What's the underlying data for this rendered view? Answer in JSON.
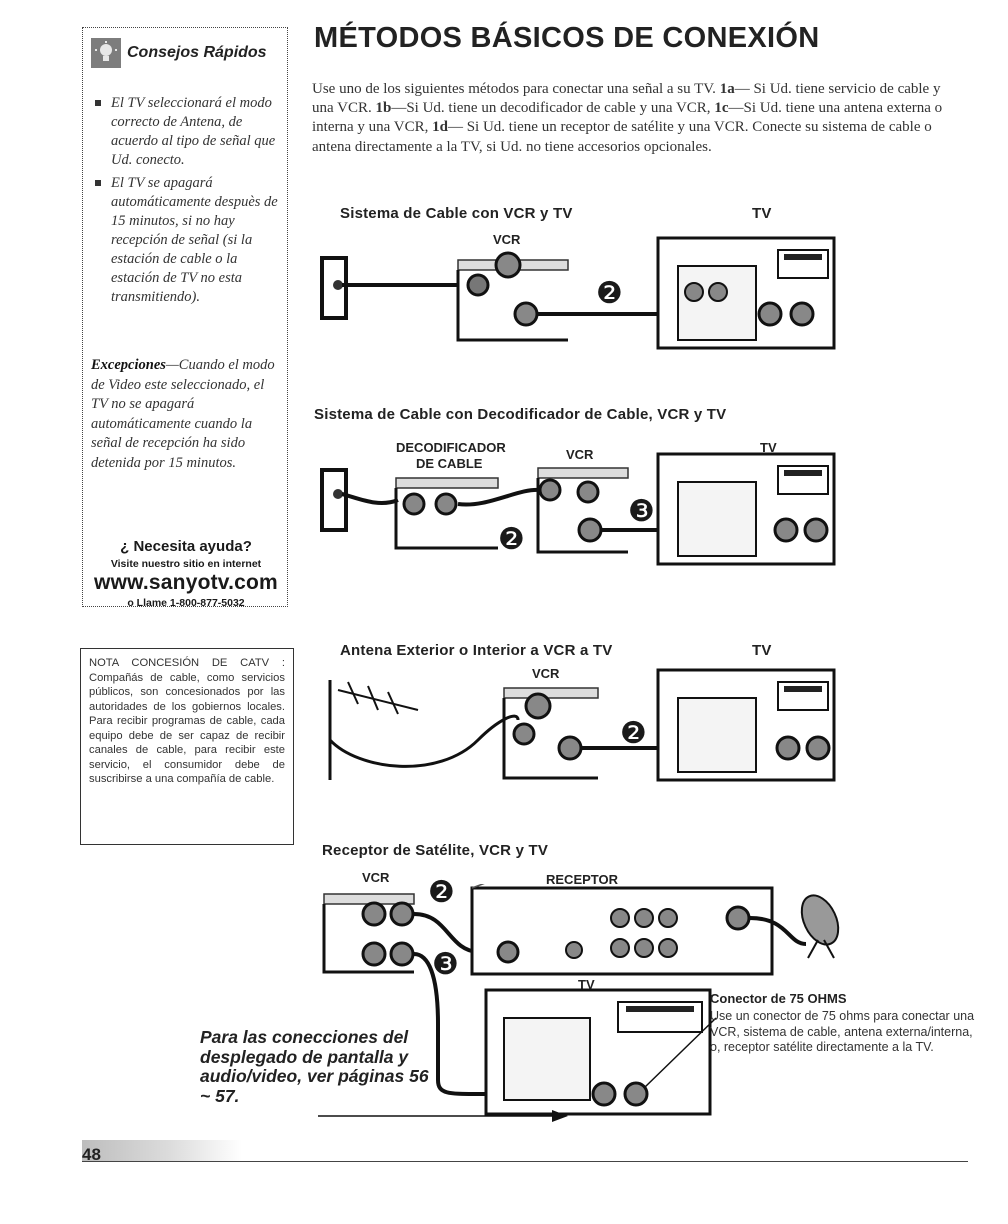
{
  "sidebar": {
    "title": "Consejos Rápidos",
    "tips": [
      "El TV seleccionará el modo correcto de Antena, de acuerdo al tipo de señal que Ud. conecto.",
      "El TV se apagará automáticamente despuès de 15 minutos, si no hay recepción de señal (si la estación de cable o la estación de TV no esta transmitiendo)."
    ],
    "exceptions_label": "Excepciones",
    "exceptions_text": "—Cuando el modo de Video este seleccionado, el TV no se apagará automáticamente cuando la señal de recepción ha sido detenida por 15 minutos.",
    "help_title": "¿ Necesita ayuda?",
    "help_visit": "Visite nuestro sitio en internet",
    "help_url": "www.sanyotv.com",
    "help_call": "o Llame 1-800-877-5032"
  },
  "note": "NOTA CONCESIÓN DE CATV : Compañás de cable, como servicios públicos, son concesionados por las autoridades de los gobiernos locales. Para recibir programas de cable, cada equipo debe de ser capaz de recibir canales de cable, para recibir este servicio, el consumidor debe de suscribirse a una compañía de cable.",
  "main": {
    "title": "MÉTODOS BÁSICOS DE CONEXIÓN",
    "intro_a": "Use uno de los siguientes métodos para conectar una señal a su TV. ",
    "intro_1a": "1a",
    "intro_b": "— Si Ud. tiene servicio de cable y una VCR. ",
    "intro_1b": "1b",
    "intro_c": "—Si Ud. tiene un decodificador de cable y una VCR, ",
    "intro_1c": "1c",
    "intro_d": "—Si Ud. tiene una antena externa o interna y una VCR, ",
    "intro_1d": "1d",
    "intro_e": "— Si Ud. tiene un receptor de satélite y una VCR. Conecte su sistema de cable o antena directamente a la TV, si Ud. no tiene accesorios opcionales."
  },
  "sections": {
    "s1": {
      "title": "Sistema de Cable con VCR y TV",
      "vcr": "VCR",
      "tv": "TV",
      "step": "❷"
    },
    "s2": {
      "title": "Sistema de Cable con Decodificador de Cable, VCR y TV",
      "decoder1": "DECODIFICADOR",
      "decoder2": "DE CABLE",
      "vcr": "VCR",
      "tv": "TV",
      "step2": "❷",
      "step3": "❸"
    },
    "s3": {
      "title": "Antena Exterior o Interior a VCR a TV",
      "vcr": "VCR",
      "tv": "TV",
      "step": "❷"
    },
    "s4": {
      "title": "Receptor de Satélite, VCR y TV",
      "vcr": "VCR",
      "receiver": "RECEPTOR",
      "tv": "TV",
      "step2": "❷",
      "step3": "❸"
    }
  },
  "screen_tip": "Para las conecciones del desplegado de pantalla y audio/video, ver páginas 56 ~ 57.",
  "connector": {
    "title": "Conector de 75 OHMS",
    "body": "Use un conector de 75 ohms para conectar una VCR, sistema de cable, antena externa/interna, o, receptor satélite directamente a la TV."
  },
  "page_number": "48"
}
